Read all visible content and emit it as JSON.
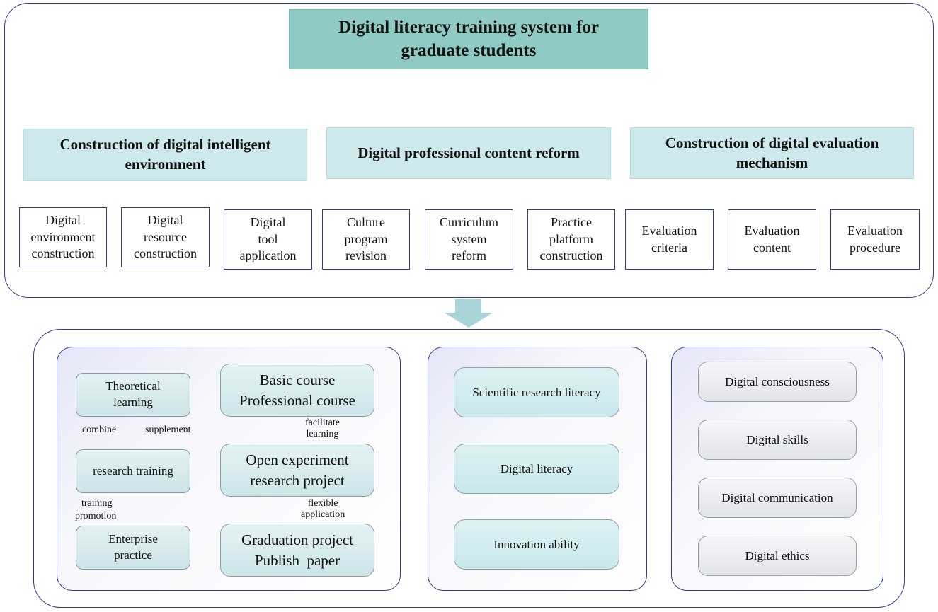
{
  "title": "Digital literacy training system for graduate students",
  "categories": [
    {
      "title": "Construction of digital intelligent environment",
      "items": [
        [
          "Digital",
          "environment",
          "construction"
        ],
        [
          "Digital",
          "resource",
          "construction"
        ],
        [
          "Digital",
          "tool",
          "application"
        ]
      ]
    },
    {
      "title": "Digital professional content reform",
      "items": [
        [
          "Culture",
          "program",
          "revision"
        ],
        [
          "Curriculum",
          "system",
          "reform"
        ],
        [
          "Practice",
          "platform",
          "construction"
        ]
      ]
    },
    {
      "title": "Construction of digital evaluation mechanism",
      "items": [
        [
          "Evaluation",
          "criteria"
        ],
        [
          "Evaluation",
          "content"
        ],
        [
          "Evaluation",
          "procedure"
        ]
      ]
    }
  ],
  "training": {
    "left_nodes": [
      [
        "Theoretical",
        "learning"
      ],
      [
        "research training"
      ],
      [
        "Enterprise",
        "practice"
      ]
    ],
    "right_nodes": [
      [
        "Basic course",
        "Professional course"
      ],
      [
        "Open experiment",
        "research project"
      ],
      [
        "Graduation project",
        "Publish  paper"
      ]
    ],
    "labels": {
      "combine": "combine",
      "supplement": "supplement",
      "training": "training",
      "promotion": "promotion",
      "facilitate": [
        "facilitate",
        "learning"
      ],
      "flexible": [
        "flexible",
        "application"
      ]
    }
  },
  "literacy": [
    "Scientific research literacy",
    "Digital literacy",
    "Innovation ability"
  ],
  "outcomes": [
    "Digital consciousness",
    "Digital skills",
    "Digital communication",
    "Digital ethics"
  ],
  "colors": {
    "accent": "#3aa79f",
    "frame": "#2c3e8c",
    "title_fill": "#8fcac5",
    "category_fill": "#cde9ec"
  }
}
